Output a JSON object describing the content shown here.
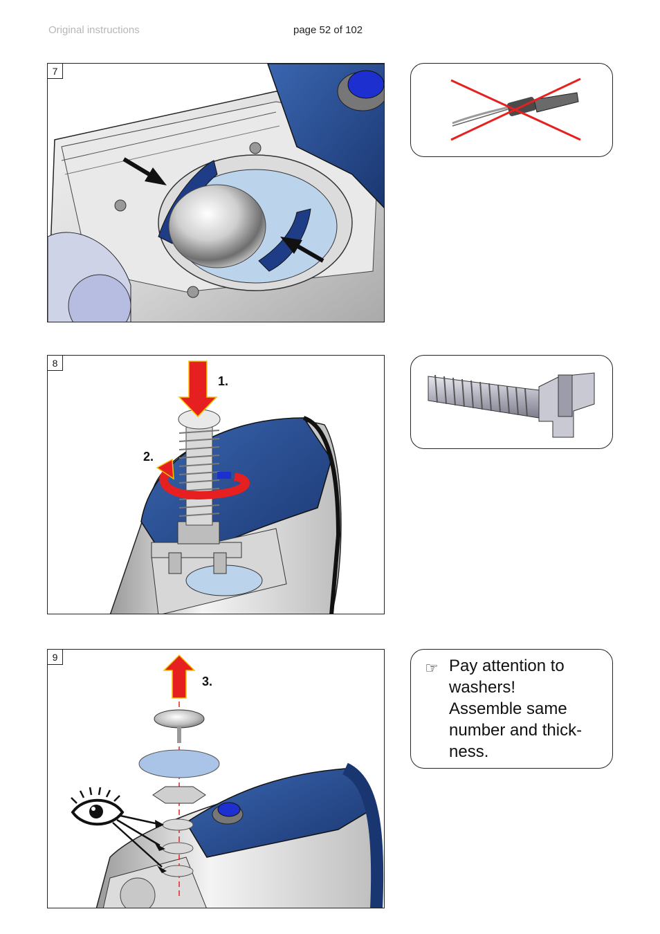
{
  "header": {
    "left_text": "Original instructions",
    "page_label": "page 52 of 102"
  },
  "figures": [
    {
      "step": "7"
    },
    {
      "step": "8",
      "labels": [
        "1.",
        "2."
      ]
    },
    {
      "step": "9",
      "labels": [
        "3."
      ]
    }
  ],
  "note": {
    "icon": "pointing-hand-icon",
    "lines": [
      "Pay attention to",
      "washers!",
      "Assemble same",
      "number and thick-",
      "ness."
    ]
  },
  "colors": {
    "actuator_blue": "#2a4f91",
    "arrow_red": "#e62020",
    "arrow_outline": "#f5c400",
    "indicator_blue": "#1d2fcf"
  }
}
